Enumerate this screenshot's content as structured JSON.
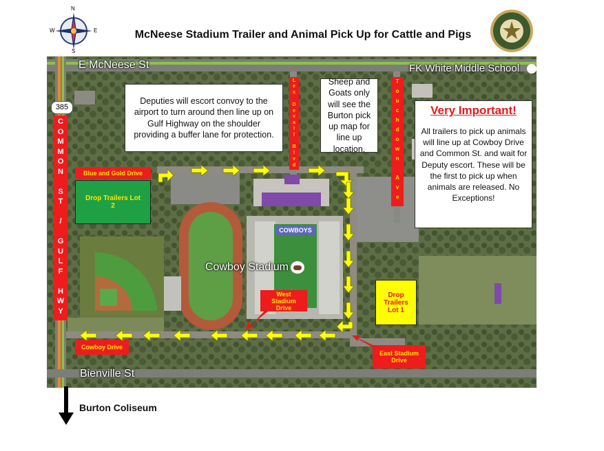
{
  "title": "McNeese Stadium Trailer and Animal Pick Up for Cattle and Pigs",
  "compass": {
    "n": "N",
    "s": "S",
    "e": "E",
    "w": "W"
  },
  "streets": {
    "e_mcneese": "E McNeese St",
    "fk_white": "FK White Middle School",
    "bienville": "Bienville St",
    "highway_shield": "385",
    "cowboy_stadium": "Cowboy Stadium",
    "stadium_sign": "COWBOYS"
  },
  "vertical_labels": {
    "common_st": [
      "C",
      "O",
      "M",
      "M",
      "O",
      "N",
      "",
      "S",
      "T",
      "",
      "/",
      "",
      "G",
      "U",
      "L",
      "F",
      "",
      "H",
      "W",
      "Y"
    ],
    "les_devall": [
      "L",
      "e",
      "s",
      "",
      "D",
      "e",
      "v",
      "a",
      "l",
      "l",
      "",
      "B",
      "l",
      "v",
      "d"
    ],
    "touchdown": [
      "T",
      "o",
      "u",
      "c",
      "h",
      "d",
      "o",
      "w",
      "n",
      "",
      "A",
      "v",
      "e"
    ]
  },
  "boxes": {
    "deputies": "Deputies will escort convoy to the airport to turn around then line up on Gulf Highway on the shoulder providing a buffer lane for protection.",
    "sheep": "Sheep and Goats only will see the Burton pick up map for line up location.",
    "very_important_title": "Very Important!",
    "very_important_body": "All trailers to pick up animals will line up at Cowboy Drive and Common St. and wait for Deputy escort.  These will be the first to pick up when animals are released. No Exceptions!",
    "blue_gold": "Blue and Gold Drive",
    "drop_lot2": "Drop Trailers Lot 2",
    "drop_lot1": "Drop Trailers Lot 1",
    "west_stadium": "West Stadium Drive",
    "east_stadium": "East Stadium Drive",
    "cowboy_drive": "Cowboy Drive"
  },
  "footer": {
    "burton": "Burton Coliseum"
  },
  "colors": {
    "red": "#ee1c1c",
    "yellow": "#ffe600",
    "green": "#1fa045",
    "arrow": "#ffff00"
  }
}
